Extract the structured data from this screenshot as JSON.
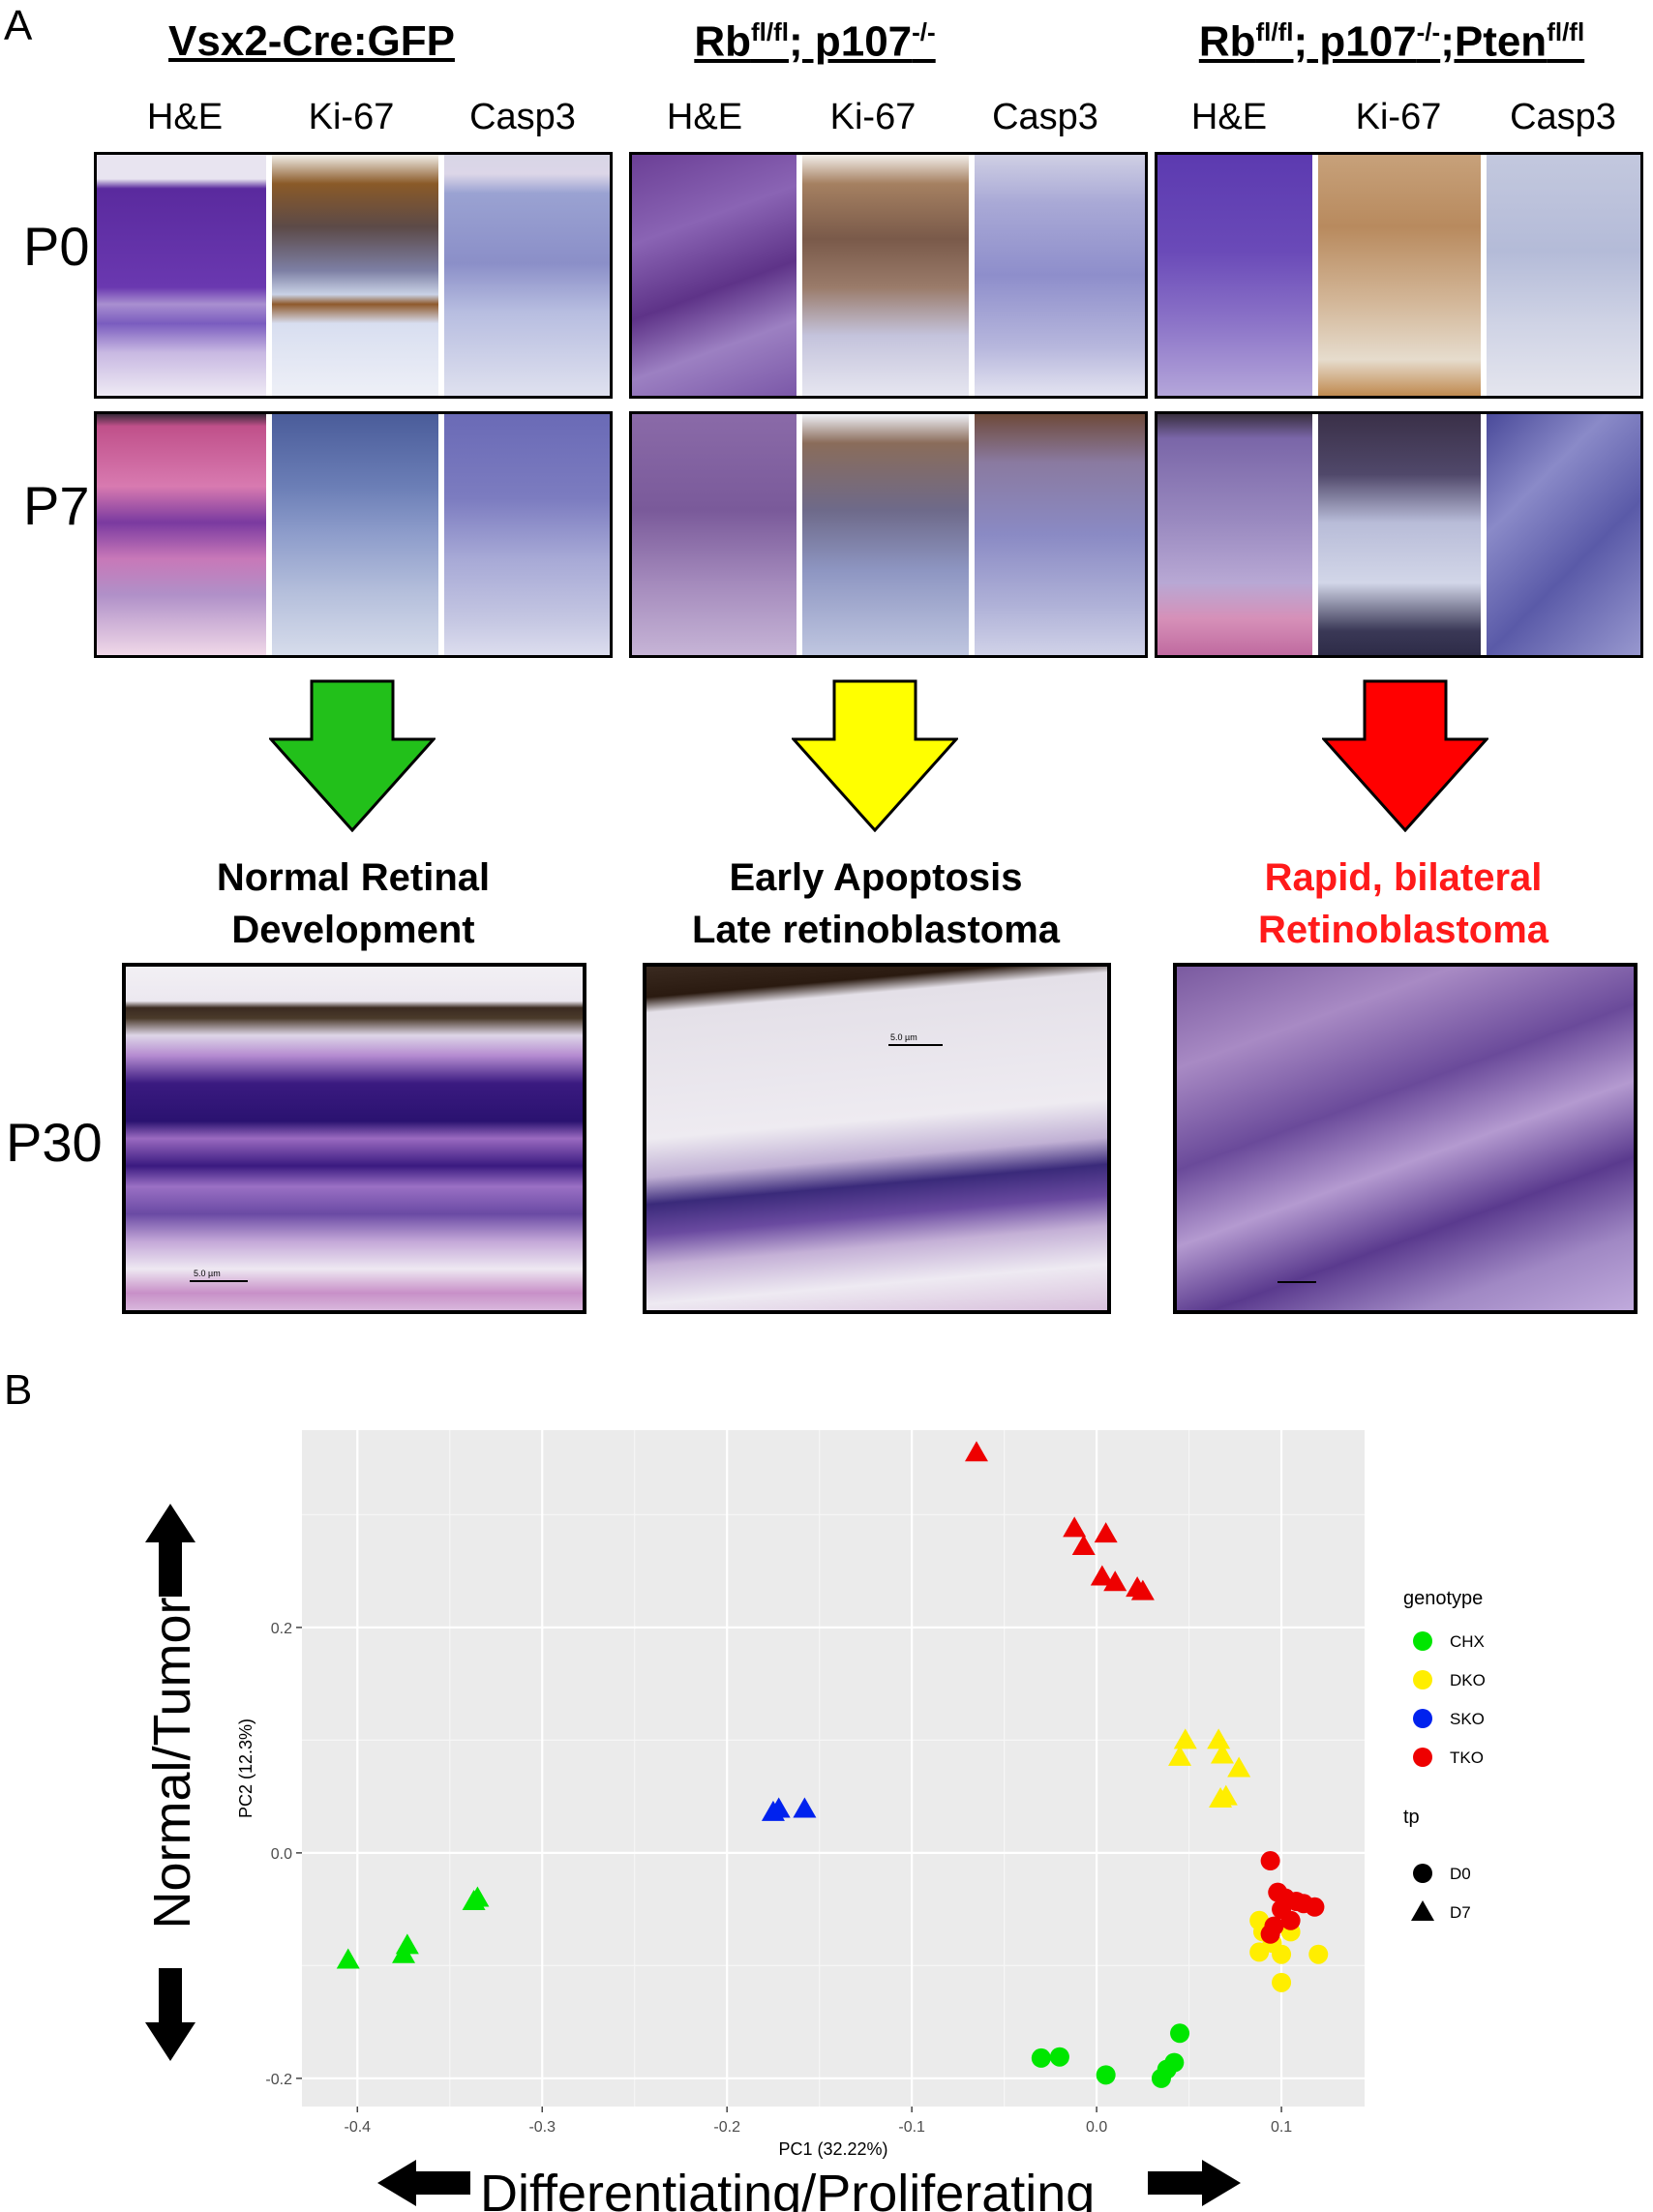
{
  "panel_a": {
    "letter": "A",
    "columns": [
      {
        "title_main": "Vsx2-Cre:GFP",
        "title_sup1": "",
        "title_mid": "",
        "title_sup2": "",
        "title_mid2": "",
        "title_sup3": "",
        "stains": [
          "H&E",
          "Ki-67",
          "Casp3"
        ],
        "arrow_color": "#22c01a",
        "outcome_line1": "Normal Retinal",
        "outcome_line2": "Development",
        "outcome_color": "#000000"
      },
      {
        "title_main": "Rb",
        "title_sup1": "fl/fl",
        "title_mid": "; p107",
        "title_sup2": "-/-",
        "title_mid2": "",
        "title_sup3": "",
        "stains": [
          "H&E",
          "Ki-67",
          "Casp3"
        ],
        "arrow_color": "#ffff00",
        "outcome_line1": "Early Apoptosis",
        "outcome_line2": "Late retinoblastoma",
        "outcome_color": "#000000"
      },
      {
        "title_main": "Rb",
        "title_sup1": "fl/fl",
        "title_mid": "; p107",
        "title_sup2": "-/-",
        "title_mid2": ";Pten",
        "title_sup3": "fl/fl",
        "stains": [
          "H&E",
          "Ki-67",
          "Casp3"
        ],
        "arrow_color": "#ff0000",
        "outcome_line1": "Rapid, bilateral",
        "outcome_line2": "Retinoblastoma",
        "outcome_color": "#ff1a1a"
      }
    ],
    "rows": [
      "P0",
      "P7"
    ],
    "p30_label": "P30",
    "scale_bars": [
      "5.0 µm",
      "5.0 µm"
    ]
  },
  "panel_b": {
    "letter": "B",
    "side_vertical": "Normal/Tumor",
    "side_horizontal": "Differentiating/Proliferating",
    "chart_data": {
      "type": "scatter",
      "xlabel": "PC1 (32.22%)",
      "ylabel": "PC2 (12.3%)",
      "xlim": [
        -0.43,
        0.145
      ],
      "ylim": [
        -0.225,
        0.375
      ],
      "x_ticks": [
        -0.4,
        -0.3,
        -0.2,
        -0.1,
        0.0,
        0.1
      ],
      "x_tick_labels": [
        "-0.4",
        "-0.3",
        "-0.2",
        "-0.1",
        "0.0",
        "0.1"
      ],
      "y_ticks": [
        -0.2,
        0.0,
        0.2
      ],
      "y_tick_labels": [
        "-0.2",
        "0.0",
        "0.2"
      ],
      "grid": true,
      "legend_position": "right",
      "legend_color_title": "genotype",
      "legend_shape_title": "tp",
      "genotypes": [
        {
          "name": "CHX",
          "color": "#00e600"
        },
        {
          "name": "DKO",
          "color": "#ffee00"
        },
        {
          "name": "SKO",
          "color": "#0022ee"
        },
        {
          "name": "TKO",
          "color": "#ee0000"
        }
      ],
      "timepoints": [
        {
          "name": "D0",
          "shape": "circle"
        },
        {
          "name": "D7",
          "shape": "triangle"
        }
      ],
      "series": [
        {
          "genotype": "CHX",
          "tp": "D7",
          "points": [
            [
              -0.405,
              -0.095
            ],
            [
              -0.375,
              -0.09
            ],
            [
              -0.373,
              -0.082
            ],
            [
              -0.337,
              -0.043
            ],
            [
              -0.335,
              -0.04
            ]
          ]
        },
        {
          "genotype": "CHX",
          "tp": "D0",
          "points": [
            [
              -0.03,
              -0.182
            ],
            [
              -0.02,
              -0.181
            ],
            [
              0.005,
              -0.197
            ],
            [
              0.035,
              -0.2
            ],
            [
              0.038,
              -0.192
            ],
            [
              0.042,
              -0.186
            ],
            [
              0.045,
              -0.16
            ]
          ]
        },
        {
          "genotype": "SKO",
          "tp": "D7",
          "points": [
            [
              -0.175,
              0.036
            ],
            [
              -0.172,
              0.039
            ],
            [
              -0.158,
              0.039
            ]
          ]
        },
        {
          "genotype": "TKO",
          "tp": "D7",
          "points": [
            [
              -0.065,
              0.355
            ],
            [
              -0.012,
              0.288
            ],
            [
              -0.007,
              0.272
            ],
            [
              0.005,
              0.283
            ],
            [
              0.003,
              0.245
            ],
            [
              0.01,
              0.24
            ],
            [
              0.022,
              0.235
            ],
            [
              0.025,
              0.232
            ]
          ]
        },
        {
          "genotype": "DKO",
          "tp": "D7",
          "points": [
            [
              0.048,
              0.1
            ],
            [
              0.045,
              0.085
            ],
            [
              0.066,
              0.1
            ],
            [
              0.068,
              0.087
            ],
            [
              0.077,
              0.075
            ],
            [
              0.067,
              0.048
            ],
            [
              0.07,
              0.05
            ]
          ]
        },
        {
          "genotype": "DKO",
          "tp": "D0",
          "points": [
            [
              0.088,
              -0.06
            ],
            [
              0.09,
              -0.07
            ],
            [
              0.088,
              -0.088
            ],
            [
              0.095,
              -0.08
            ],
            [
              0.1,
              -0.09
            ],
            [
              0.1,
              -0.115
            ],
            [
              0.12,
              -0.09
            ],
            [
              0.105,
              -0.07
            ]
          ]
        },
        {
          "genotype": "TKO",
          "tp": "D0",
          "points": [
            [
              0.094,
              -0.007
            ],
            [
              0.098,
              -0.035
            ],
            [
              0.102,
              -0.04
            ],
            [
              0.108,
              -0.043
            ],
            [
              0.1,
              -0.05
            ],
            [
              0.112,
              -0.045
            ],
            [
              0.118,
              -0.048
            ],
            [
              0.105,
              -0.06
            ],
            [
              0.096,
              -0.065
            ],
            [
              0.094,
              -0.072
            ]
          ]
        }
      ]
    }
  }
}
